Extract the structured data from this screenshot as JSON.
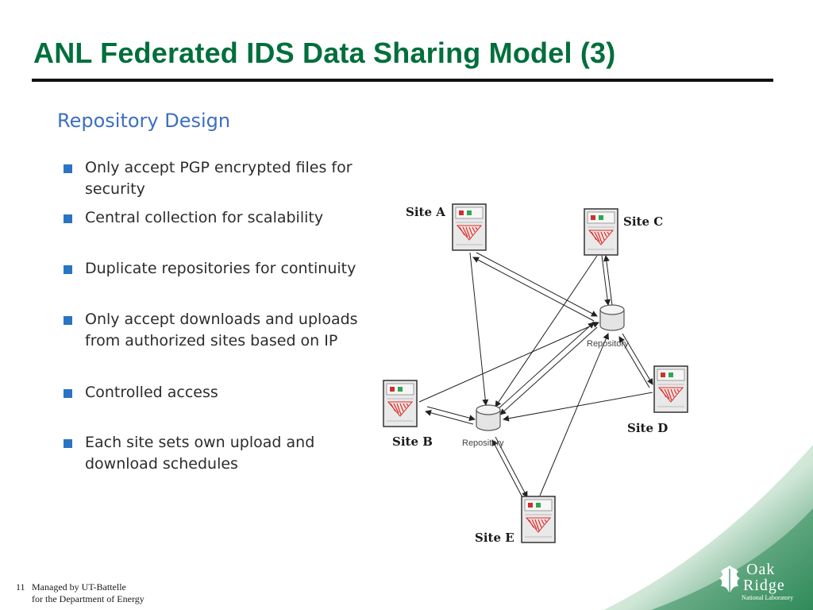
{
  "slide": {
    "title": "ANL Federated IDS Data Sharing Model (3)",
    "section_heading": "Repository Design",
    "bullets": [
      "Only accept PGP encrypted files for security",
      "Central collection for scalability",
      "Duplicate repositories for continuity",
      "Only accept downloads and uploads\nfrom authorized sites based on IP",
      "Controlled access",
      "Each site sets own upload and\ndownload schedules"
    ]
  },
  "diagram": {
    "sites": [
      {
        "id": "A",
        "label": "Site A"
      },
      {
        "id": "C",
        "label": "Site C"
      },
      {
        "id": "B",
        "label": "Site B"
      },
      {
        "id": "D",
        "label": "Site D"
      },
      {
        "id": "E",
        "label": "Site E"
      }
    ],
    "repositories": [
      {
        "id": "R1",
        "label": "Repository"
      },
      {
        "id": "R2",
        "label": "Repository"
      }
    ]
  },
  "footer": {
    "slide_number": "11",
    "line1": "Managed by UT-Battelle",
    "line2": "for the Department of Energy"
  },
  "logo": {
    "line1": "Oak",
    "line2": "Ridge",
    "line3": "National Laboratory"
  },
  "colors": {
    "title": "#006f3c",
    "heading": "#3d6fc0",
    "bullet_marker": "#2a74c4",
    "footer_band": "#2f8a5a"
  }
}
